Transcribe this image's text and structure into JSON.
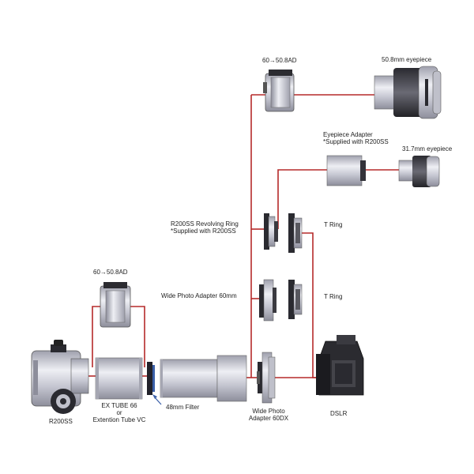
{
  "colors": {
    "connector": "#b52a2a",
    "metal_light": "#dcdde4",
    "metal_mid": "#b9bac6",
    "metal_dark": "#4a4a52",
    "black": "#1c1c1f",
    "filter_blue": "#3a5fa8"
  },
  "labels": {
    "adapter_top": "60→50.8AD",
    "eyepiece_50": "50.8mm eyepiece",
    "eyepiece_adapter_line1": "Eyepiece Adapter",
    "eyepiece_adapter_line2": "*Supplied with R200SS",
    "eyepiece_31": "31.7mm eyepiece",
    "revolving_ring_line1": "R200SS Revolving Ring",
    "revolving_ring_line2": "*Supplied with R200SS",
    "t_ring_1": "T Ring",
    "wide_photo_60": "Wide Photo Adapter 60mm",
    "t_ring_2": "T Ring",
    "adapter_left": "60→50.8AD",
    "ex_tube_line1": "EX TUBE 66",
    "ex_tube_line2": "or",
    "ex_tube_line3": "Extention Tube VC",
    "filter_48": "48mm Filter",
    "wide_photo_dx_line1": "Wide Photo",
    "wide_photo_dx_line2": "Adapter 60DX",
    "dslr": "DSLR",
    "telescope": "R200SS"
  }
}
